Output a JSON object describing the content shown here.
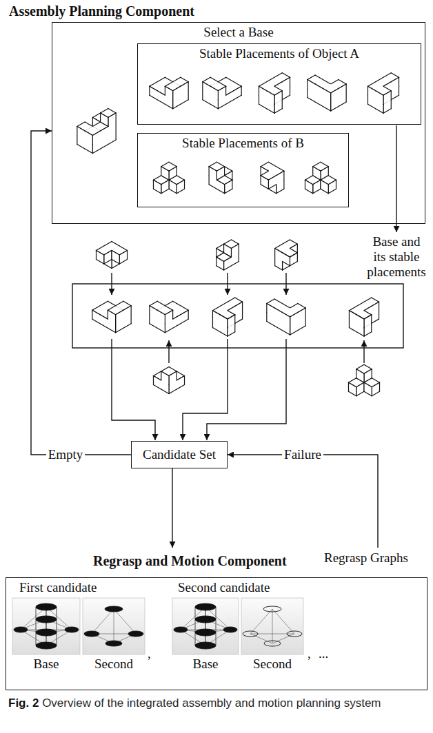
{
  "diagram": {
    "caption": "Fig. 2 Overview of the integrated assembly and motion planning system",
    "nodes": [
      {
        "text": [
          "Assembly Planning Component",
          "Select a Base"
        ]
      },
      {
        "text": [
          "Stable Placements of Object A"
        ],
        "in": 0
      },
      {
        "text": [
          "Stable Placements of B"
        ],
        "in": 0
      },
      {
        "text": [
          "Candidate Set"
        ]
      },
      {
        "text": [
          "Regrasp and Motion Component",
          "Regrasp Graphs"
        ]
      }
    ],
    "edges": [
      {
        "from": 3,
        "to": 0,
        "label": "Empty",
        "arrow": "to"
      },
      {
        "from": 3,
        "to": 4,
        "arrow": "to"
      },
      {
        "from": 4,
        "to": 3,
        "label": "Failure",
        "arrow": "to"
      }
    ],
    "labels": [
      "Base and its stable placements",
      "First candidate",
      "Base",
      "Second",
      ",",
      "Second candidate",
      "Base",
      "Second",
      ",",
      "..."
    ]
  }
}
